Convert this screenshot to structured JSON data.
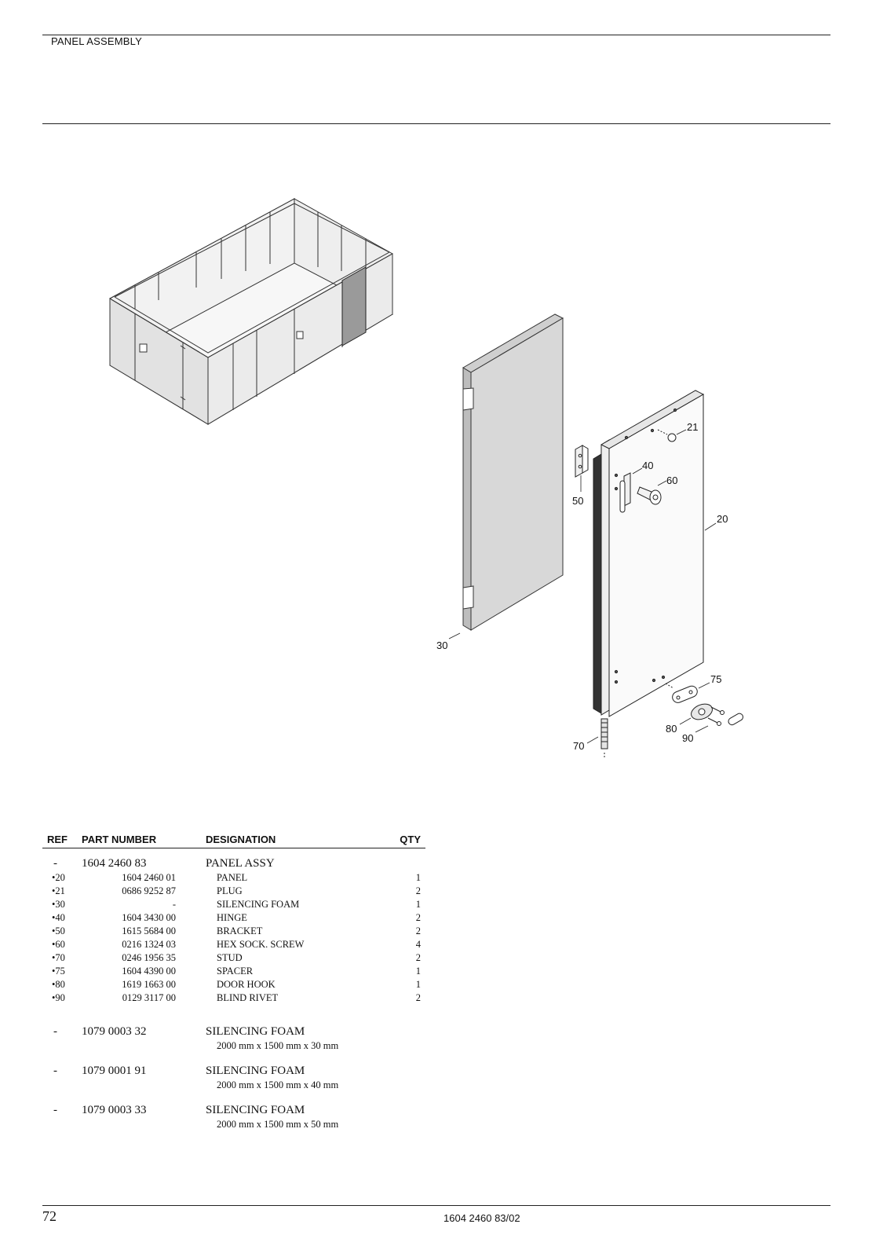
{
  "header": {
    "title": "PANEL ASSEMBLY"
  },
  "callouts": [
    "21",
    "40",
    "60",
    "50",
    "20",
    "30",
    "75",
    "80",
    "90",
    "70"
  ],
  "table": {
    "columns": {
      "ref": "REF",
      "part": "PART NUMBER",
      "designation": "DESIGNATION",
      "qty": "QTY"
    },
    "assembly": {
      "ref": "-",
      "part": "1604 2460 83",
      "designation": "PANEL ASSY"
    },
    "items": [
      {
        "ref": "•20",
        "part": "1604 2460 01",
        "designation": "PANEL",
        "qty": "1"
      },
      {
        "ref": "•21",
        "part": "0686 9252 87",
        "designation": "PLUG",
        "qty": "2"
      },
      {
        "ref": "•30",
        "part": "-",
        "designation": "SILENCING FOAM",
        "qty": "1"
      },
      {
        "ref": "•40",
        "part": "1604 3430 00",
        "designation": "HINGE",
        "qty": "2"
      },
      {
        "ref": "•50",
        "part": "1615 5684 00",
        "designation": "BRACKET",
        "qty": "2"
      },
      {
        "ref": "•60",
        "part": "0216 1324 03",
        "designation": "HEX SOCK. SCREW",
        "qty": "4"
      },
      {
        "ref": "•70",
        "part": "0246 1956 35",
        "designation": "STUD",
        "qty": "2"
      },
      {
        "ref": "•75",
        "part": "1604 4390 00",
        "designation": "SPACER",
        "qty": "1"
      },
      {
        "ref": "•80",
        "part": "1619 1663 00",
        "designation": "DOOR HOOK",
        "qty": "1"
      },
      {
        "ref": "•90",
        "part": "0129 3117 00",
        "designation": "BLIND RIVET",
        "qty": "2"
      }
    ],
    "foams": [
      {
        "ref": "-",
        "part": "1079 0003 32",
        "designation": "SILENCING FOAM",
        "dims": "2000 mm x 1500 mm x 30 mm"
      },
      {
        "ref": "-",
        "part": "1079 0001 91",
        "designation": "SILENCING FOAM",
        "dims": "2000 mm x 1500 mm x 40 mm"
      },
      {
        "ref": "-",
        "part": "1079 0003 33",
        "designation": "SILENCING FOAM",
        "dims": "2000 mm x 1500 mm x 50 mm"
      }
    ]
  },
  "footer": {
    "page_number": "72",
    "doc_number": "1604 2460 83/02"
  }
}
